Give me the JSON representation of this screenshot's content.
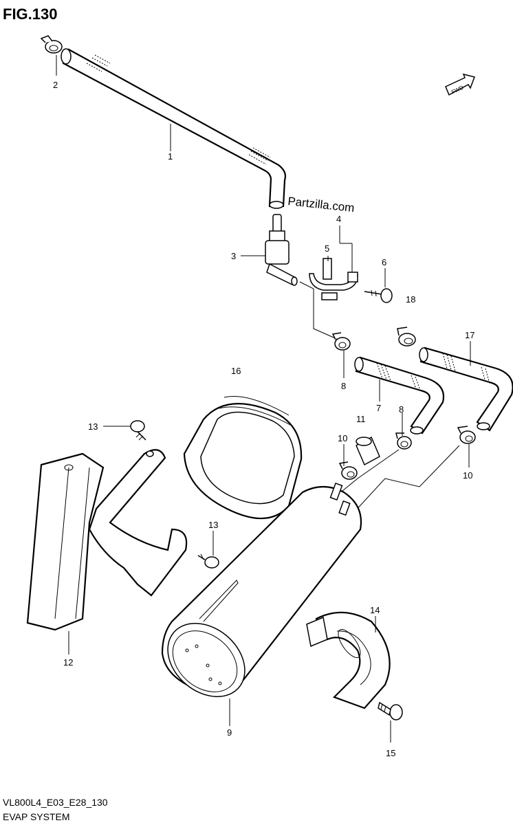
{
  "title": "FIG.130",
  "watermark": "Partzilla.com",
  "fwd_label": "FWD",
  "diagram_code": "VL800L4_E03_E28_130",
  "section_name": "EVAP SYSTEM",
  "callouts": {
    "c1": "1",
    "c2": "2",
    "c3": "3",
    "c4": "4",
    "c5": "5",
    "c6": "6",
    "c7": "7",
    "c8a": "8",
    "c8b": "8",
    "c9": "9",
    "c10a": "10",
    "c10b": "10",
    "c11": "11",
    "c12": "12",
    "c13a": "13",
    "c13b": "13",
    "c14": "14",
    "c15": "15",
    "c16": "16",
    "c17": "17",
    "c18": "18"
  }
}
